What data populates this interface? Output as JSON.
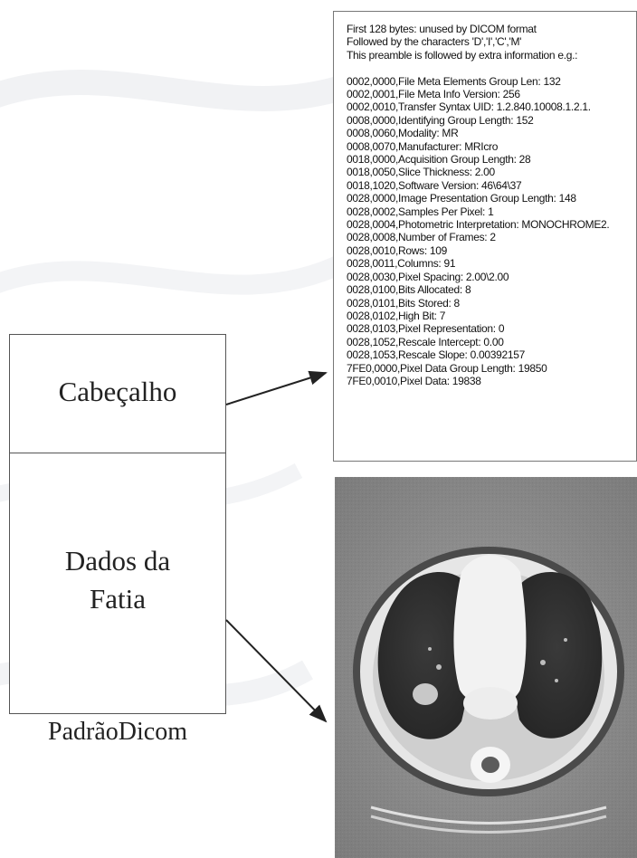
{
  "dicom_block": {
    "header_label": "Cabeçalho",
    "slice_label_line1": "Dados da",
    "slice_label_line2": "Fatia",
    "caption": "PadrãoDicom"
  },
  "header_panel": {
    "lines": [
      "First 128 bytes: unused by DICOM format",
      "Followed by the characters 'D','I','C','M'",
      "This preamble is followed by extra information e.g.:",
      "",
      "0002,0000,File Meta Elements Group Len: 132",
      "0002,0001,File Meta Info Version: 256",
      "0002,0010,Transfer Syntax UID: 1.2.840.10008.1.2.1.",
      "0008,0000,Identifying Group Length: 152",
      "0008,0060,Modality: MR",
      "0008,0070,Manufacturer: MRIcro",
      "0018,0000,Acquisition Group Length: 28",
      "0018,0050,Slice Thickness: 2.00",
      "0018,1020,Software Version: 46\\64\\37",
      "0028,0000,Image Presentation Group Length: 148",
      "0028,0002,Samples Per Pixel: 1",
      "0028,0004,Photometric Interpretation: MONOCHROME2.",
      "0028,0008,Number of Frames: 2",
      "0028,0010,Rows: 109",
      "0028,0011,Columns: 91",
      "0028,0030,Pixel Spacing: 2.00\\2.00",
      "0028,0100,Bits Allocated: 8",
      "0028,0101,Bits Stored: 8",
      "0028,0102,High Bit: 7",
      "0028,0103,Pixel Representation: 0",
      "0028,1052,Rescale Intercept: 0.00",
      "0028,1053,Rescale Slope: 0.00392157",
      "7FE0,0000,Pixel Data Group Length: 19850",
      "7FE0,0010,Pixel Data: 19838"
    ]
  }
}
